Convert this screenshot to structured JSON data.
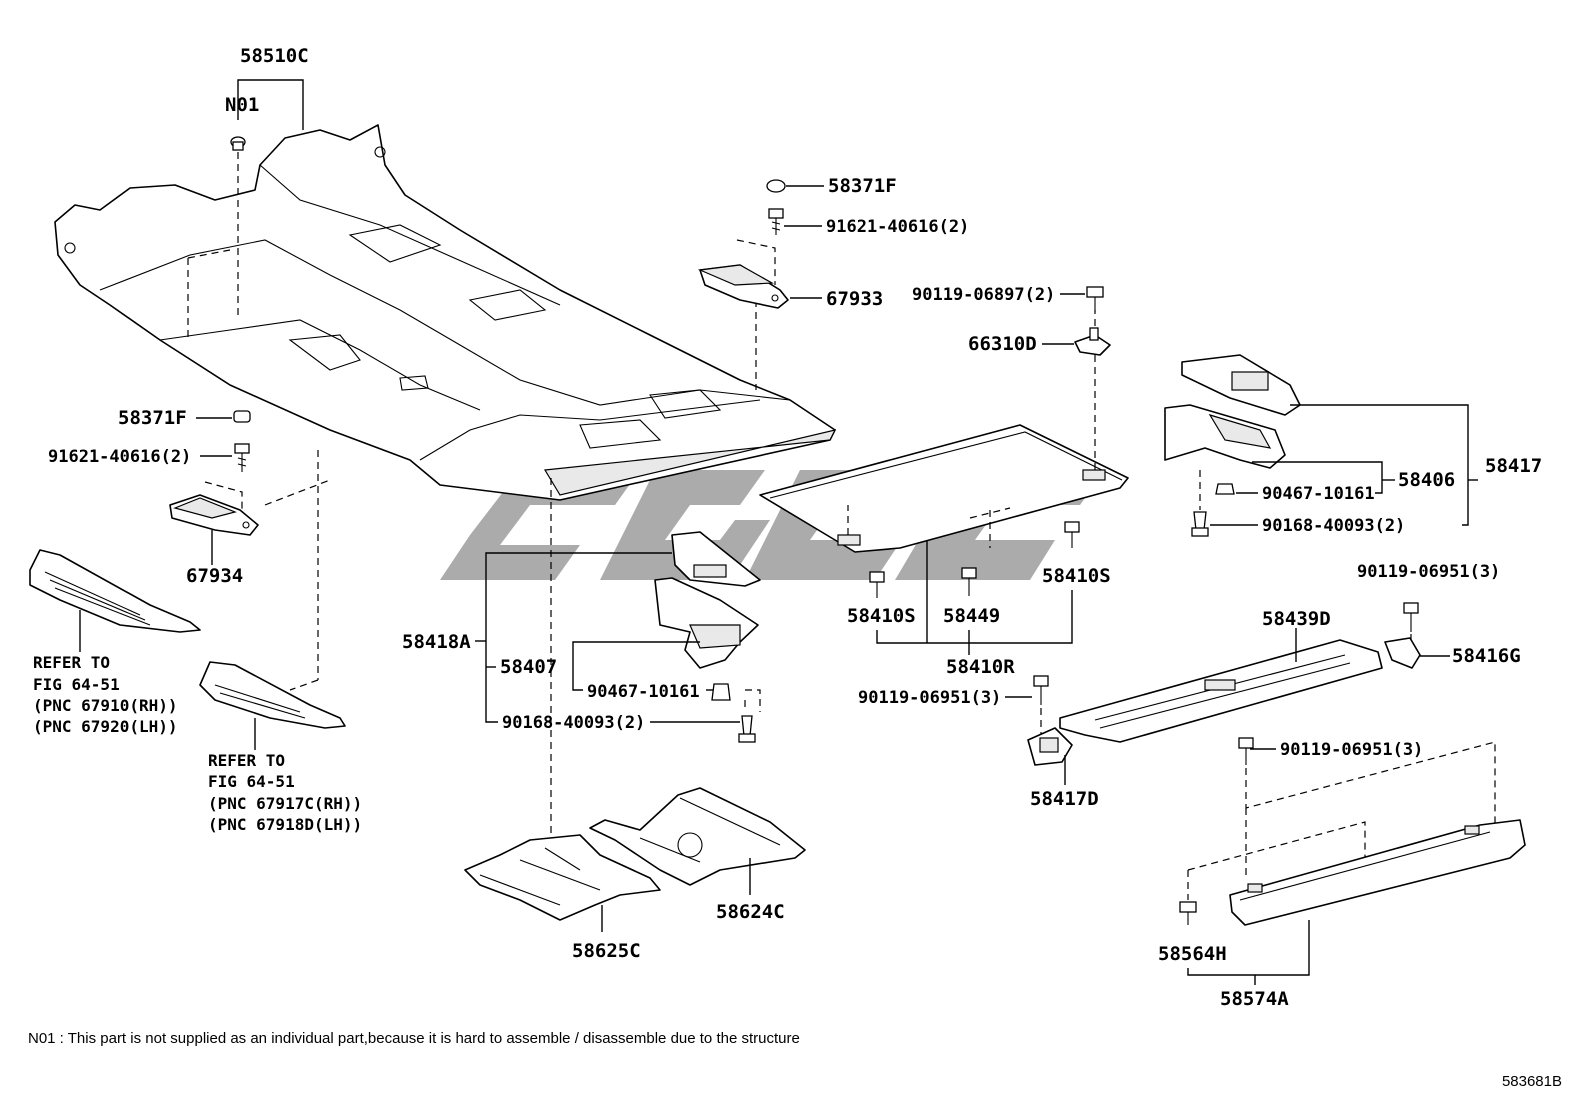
{
  "footnote": "N01 : This part is not supplied as an individual part,because it is hard to assemble / disassemble due to the structure",
  "diagram_id": "583681B",
  "watermark_icon": "brand-logo-watermark",
  "labels": {
    "p58510C": "58510C",
    "pN01": "N01",
    "p58371F_top": "58371F",
    "p91621_top": "91621-40616(2)",
    "p67933": "67933",
    "p90119_06897": "90119-06897(2)",
    "p66310D": "66310D",
    "p58371F_left": "58371F",
    "p91621_left": "91621-40616(2)",
    "p67934": "67934",
    "p58417": "58417",
    "p58406": "58406",
    "p90467_right": "90467-10161",
    "p90168_right": "90168-40093(2)",
    "p58410S_right": "58410S",
    "p58410S_left": "58410S",
    "p58449": "58449",
    "p58410R": "58410R",
    "p58418A": "58418A",
    "p58407": "58407",
    "p90467_mid": "90467-10161",
    "p90168_mid": "90168-40093(2)",
    "p90119_06951_a": "90119-06951(3)",
    "p58439D": "58439D",
    "p58416G": "58416G",
    "p90119_06951_b": "90119-06951(3)",
    "p58417D": "58417D",
    "p90119_06951_c": "90119-06951(3)",
    "p58624C": "58624C",
    "p58625C": "58625C",
    "p58564H": "58564H",
    "p58574A": "58574A"
  },
  "refer_a": {
    "line1": "REFER TO",
    "line2": "FIG 64-51",
    "line3": "(PNC 67910(RH))",
    "line4": "(PNC 67920(LH))"
  },
  "refer_b": {
    "line1": "REFER TO",
    "line2": "FIG 64-51",
    "line3": "(PNC 67917C(RH))",
    "line4": "(PNC 67918D(LH))"
  }
}
